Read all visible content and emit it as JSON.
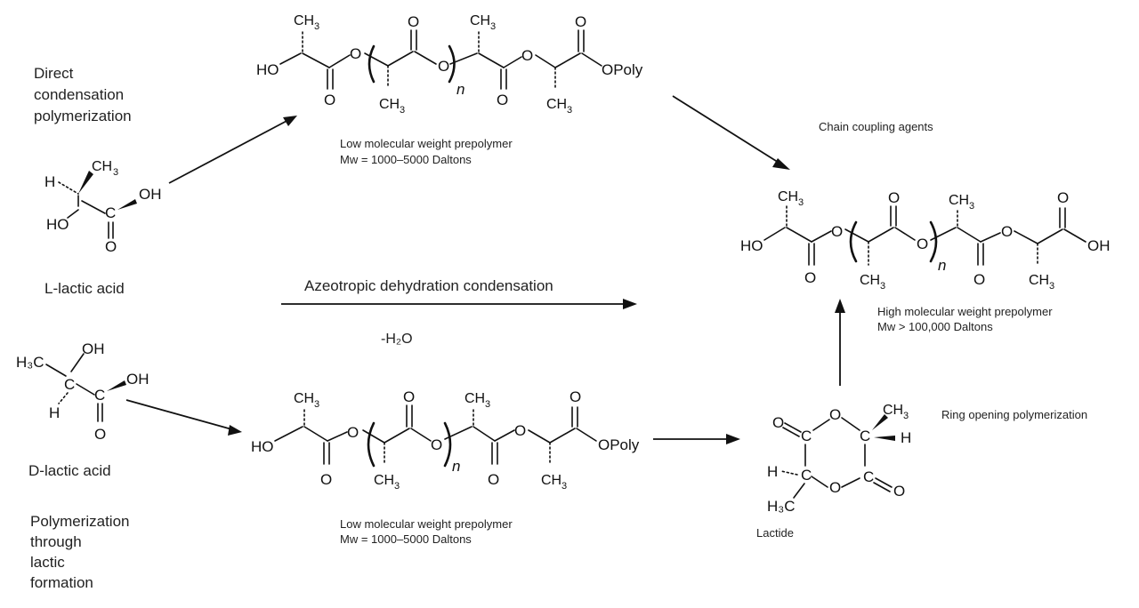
{
  "labels": {
    "direct_condensation": [
      "Direct",
      "condensation",
      "polymerization"
    ],
    "l_lactic_acid": "L-lactic acid",
    "d_lactic_acid": "D-lactic acid",
    "polymerization_lactic": [
      "Polymerization",
      "through",
      "lactic",
      "formation"
    ],
    "azeotropic": "Azeotropic dehydration condensation",
    "water": "-H₂O",
    "chain_coupling": "Chain coupling agents",
    "ring_opening": "Ring opening polymerization",
    "lactide": "Lactide",
    "low_mw_top": [
      "Low molecular weight prepolymer",
      "Mw = 1000–5000 Daltons"
    ],
    "low_mw_bottom": [
      "Low molecular weight prepolymer",
      "Mw = 1000–5000 Daltons"
    ],
    "high_mw": [
      "High molecular weight prepolymer",
      "Mw > 100,000 Daltons"
    ]
  },
  "atoms": {
    "ho": "HO",
    "oh": "OH",
    "o": "O",
    "h": "H",
    "c": "C",
    "ch": "CH",
    "h3c": "H₃C",
    "three": "3",
    "n": "n",
    "opoly": "OPoly"
  }
}
